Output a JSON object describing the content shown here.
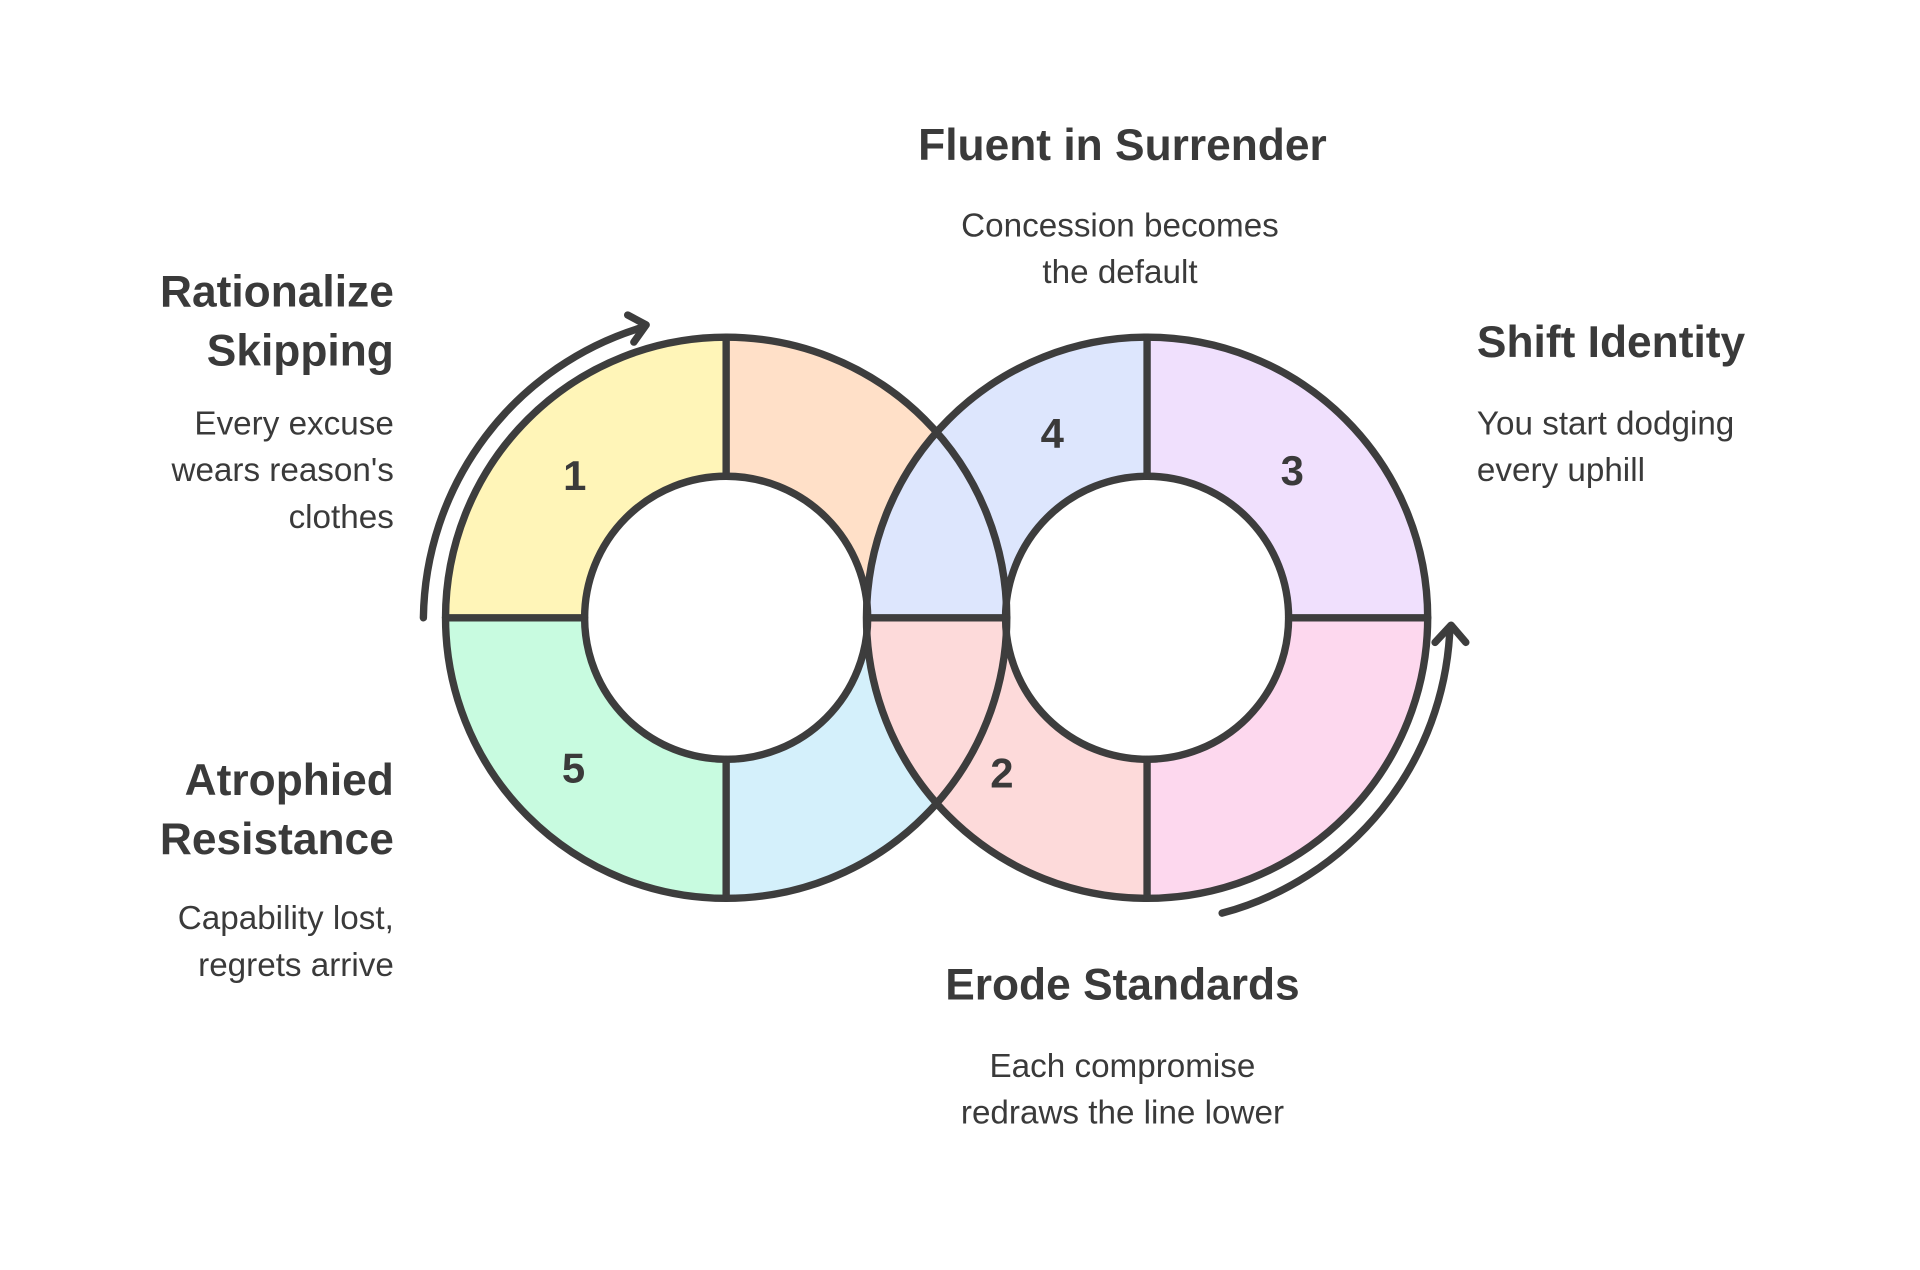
{
  "colors": {
    "q1": "#fff5b8",
    "q1b": "#ffe0c8",
    "q5": "#c8fbe0",
    "q5b": "#d4f0fb",
    "q4": "#dde6fd",
    "q3": "#f0e0fd",
    "q2": "#fddada",
    "q2b": "#fdd8ee",
    "stroke": "#3d3d3d"
  },
  "steps": [
    {
      "number": "1",
      "title_lines": [
        "Rationalize",
        "Skipping"
      ],
      "desc_lines": [
        "Every excuse",
        "wears reason's",
        "clothes"
      ]
    },
    {
      "number": "2",
      "title_lines": [
        "Erode Standards"
      ],
      "desc_lines": [
        "Each compromise",
        "redraws the line lower"
      ]
    },
    {
      "number": "3",
      "title_lines": [
        "Shift Identity"
      ],
      "desc_lines": [
        "You start dodging",
        "every uphill"
      ]
    },
    {
      "number": "4",
      "title_lines": [
        "Fluent in Surrender"
      ],
      "desc_lines": [
        "Concession becomes",
        "the default"
      ]
    },
    {
      "number": "5",
      "title_lines": [
        "Atrophied",
        "Resistance"
      ],
      "desc_lines": [
        "Capability lost,",
        "regrets arrive"
      ]
    }
  ]
}
